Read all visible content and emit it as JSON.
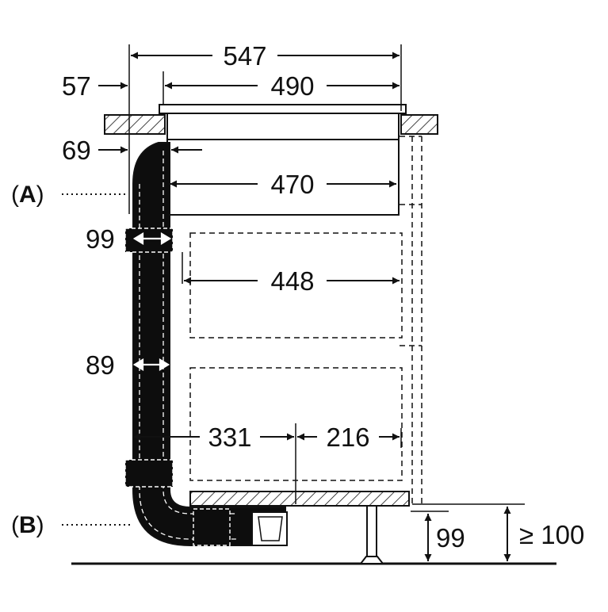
{
  "labels": {
    "a_open": "(",
    "a_letter": "A",
    "a_close": ")",
    "b_open": "(",
    "b_letter": "B",
    "b_close": ")"
  },
  "dimensions": {
    "d547": "547",
    "d490": "490",
    "d57": "57",
    "d69": "69",
    "d470": "470",
    "d99_duct": "99",
    "d448": "448",
    "d89": "89",
    "d331": "331",
    "d216": "216",
    "d99_plinth": "99",
    "d100": "≥ 100"
  },
  "colors": {
    "line": "#111111",
    "duct": "#0d0d0d",
    "background": "#ffffff"
  }
}
